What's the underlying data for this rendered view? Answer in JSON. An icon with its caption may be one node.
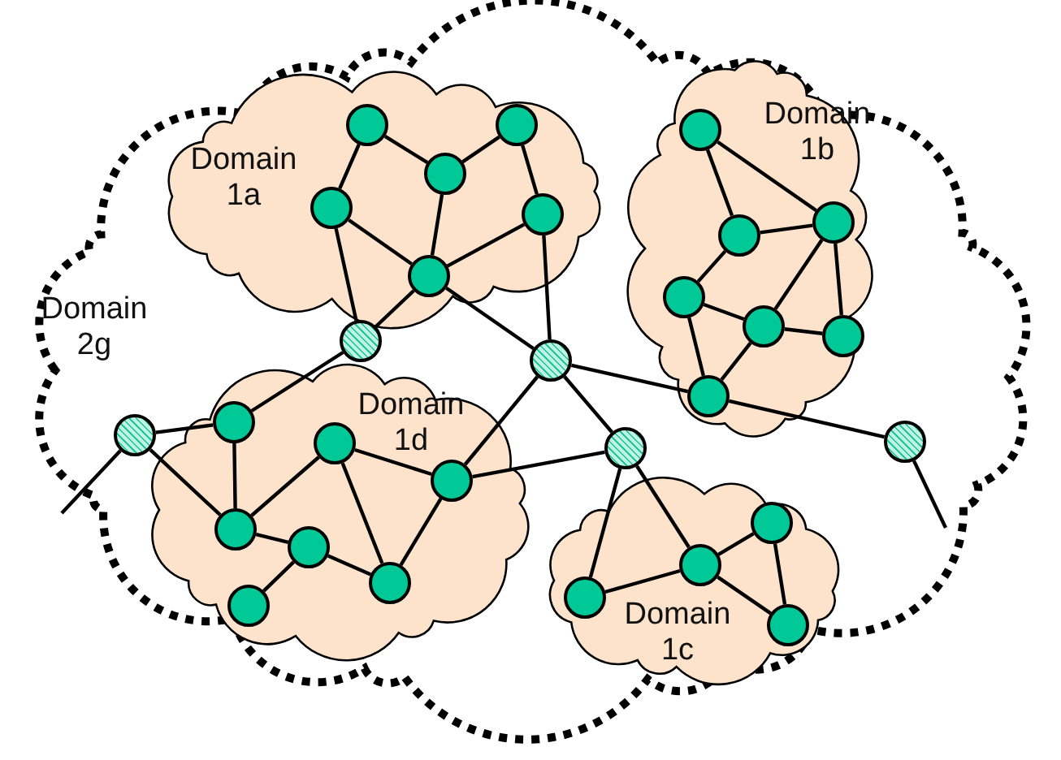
{
  "diagram": {
    "nodes": [
      {
        "text": [
          "Domain 2g"
        ]
      },
      {
        "text": [
          "Domain 1a"
        ],
        "in": 0
      },
      {
        "text": [
          "Domain 1b"
        ],
        "in": 0
      },
      {
        "text": [
          "Domain 1d"
        ],
        "in": 0
      },
      {
        "text": [
          "Domain 1c"
        ],
        "in": 0
      },
      {
        "text": [],
        "shape": "circle",
        "in": 1
      },
      {
        "text": [],
        "shape": "circle",
        "in": 1
      },
      {
        "text": [],
        "shape": "circle",
        "in": 1
      },
      {
        "text": [],
        "shape": "circle",
        "in": 1
      },
      {
        "text": [],
        "shape": "circle",
        "in": 1
      },
      {
        "text": [],
        "shape": "circle",
        "in": 1
      },
      {
        "text": [],
        "shape": "circle",
        "in": 2
      },
      {
        "text": [],
        "shape": "circle",
        "in": 2
      },
      {
        "text": [],
        "shape": "circle",
        "in": 2
      },
      {
        "text": [],
        "shape": "circle",
        "in": 2
      },
      {
        "text": [],
        "shape": "circle",
        "in": 2
      },
      {
        "text": [],
        "shape": "circle",
        "in": 2
      },
      {
        "text": [],
        "shape": "circle",
        "in": 2
      },
      {
        "text": [],
        "shape": "circle",
        "in": 3
      },
      {
        "text": [],
        "shape": "circle",
        "in": 3
      },
      {
        "text": [],
        "shape": "circle",
        "in": 3
      },
      {
        "text": [],
        "shape": "circle",
        "in": 3
      },
      {
        "text": [],
        "shape": "circle",
        "in": 3
      },
      {
        "text": [],
        "shape": "circle",
        "in": 3
      },
      {
        "text": [],
        "shape": "circle",
        "in": 3
      },
      {
        "text": [],
        "shape": "circle",
        "in": 4
      },
      {
        "text": [],
        "shape": "circle",
        "in": 4
      },
      {
        "text": [],
        "shape": "circle",
        "in": 4
      },
      {
        "text": [],
        "shape": "circle",
        "in": 4
      },
      {
        "text": [],
        "shape": "circle",
        "in": 0
      },
      {
        "text": [],
        "shape": "circle",
        "in": 0
      },
      {
        "text": [],
        "shape": "circle",
        "in": 0
      },
      {
        "text": [],
        "shape": "circle",
        "in": 0
      },
      {
        "text": [],
        "shape": "circle",
        "in": 0
      }
    ],
    "edges": [
      {
        "from": 5,
        "to": 7,
        "arrow": "none"
      },
      {
        "from": 7,
        "to": 6,
        "arrow": "none"
      },
      {
        "from": 5,
        "to": 8,
        "arrow": "none"
      },
      {
        "from": 6,
        "to": 9,
        "arrow": "none"
      },
      {
        "from": 7,
        "to": 10,
        "arrow": "none"
      },
      {
        "from": 8,
        "to": 10,
        "arrow": "none"
      },
      {
        "from": 9,
        "to": 10,
        "arrow": "none"
      },
      {
        "from": 8,
        "to": 29,
        "arrow": "none"
      },
      {
        "from": 10,
        "to": 29,
        "arrow": "none"
      },
      {
        "from": 10,
        "to": 30,
        "arrow": "none"
      },
      {
        "from": 9,
        "to": 30,
        "arrow": "none"
      },
      {
        "from": 11,
        "to": 13,
        "arrow": "none"
      },
      {
        "from": 11,
        "to": 12,
        "arrow": "none"
      },
      {
        "from": 12,
        "to": 13,
        "arrow": "none"
      },
      {
        "from": 12,
        "to": 14,
        "arrow": "none"
      },
      {
        "from": 13,
        "to": 15,
        "arrow": "none"
      },
      {
        "from": 13,
        "to": 16,
        "arrow": "none"
      },
      {
        "from": 14,
        "to": 15,
        "arrow": "none"
      },
      {
        "from": 15,
        "to": 16,
        "arrow": "none"
      },
      {
        "from": 14,
        "to": 17,
        "arrow": "none"
      },
      {
        "from": 15,
        "to": 17,
        "arrow": "none"
      },
      {
        "from": 17,
        "to": 30,
        "arrow": "none"
      },
      {
        "from": 17,
        "to": 33,
        "arrow": "none"
      },
      {
        "from": 32,
        "to": 18,
        "arrow": "none"
      },
      {
        "from": 32,
        "to": 21,
        "arrow": "none"
      },
      {
        "from": 18,
        "to": 21,
        "arrow": "none"
      },
      {
        "from": 18,
        "to": 29,
        "arrow": "none"
      },
      {
        "from": 21,
        "to": 19,
        "arrow": "none"
      },
      {
        "from": 21,
        "to": 22,
        "arrow": "none"
      },
      {
        "from": 22,
        "to": 24,
        "arrow": "none"
      },
      {
        "from": 22,
        "to": 23,
        "arrow": "none"
      },
      {
        "from": 19,
        "to": 23,
        "arrow": "none"
      },
      {
        "from": 19,
        "to": 20,
        "arrow": "none"
      },
      {
        "from": 23,
        "to": 20,
        "arrow": "none"
      },
      {
        "from": 20,
        "to": 30,
        "arrow": "none"
      },
      {
        "from": 20,
        "to": 31,
        "arrow": "none"
      },
      {
        "from": 30,
        "to": 31,
        "arrow": "none"
      },
      {
        "from": 31,
        "to": 27,
        "arrow": "none"
      },
      {
        "from": 31,
        "to": 26,
        "arrow": "none"
      },
      {
        "from": 26,
        "to": 25,
        "arrow": "none"
      },
      {
        "from": 26,
        "to": 27,
        "arrow": "none"
      },
      {
        "from": 26,
        "to": 28,
        "arrow": "none"
      },
      {
        "from": 25,
        "to": 28,
        "arrow": "none"
      },
      {
        "from": 32,
        "to": 0,
        "arrow": "none"
      },
      {
        "from": 33,
        "to": 0,
        "arrow": "none"
      }
    ]
  }
}
